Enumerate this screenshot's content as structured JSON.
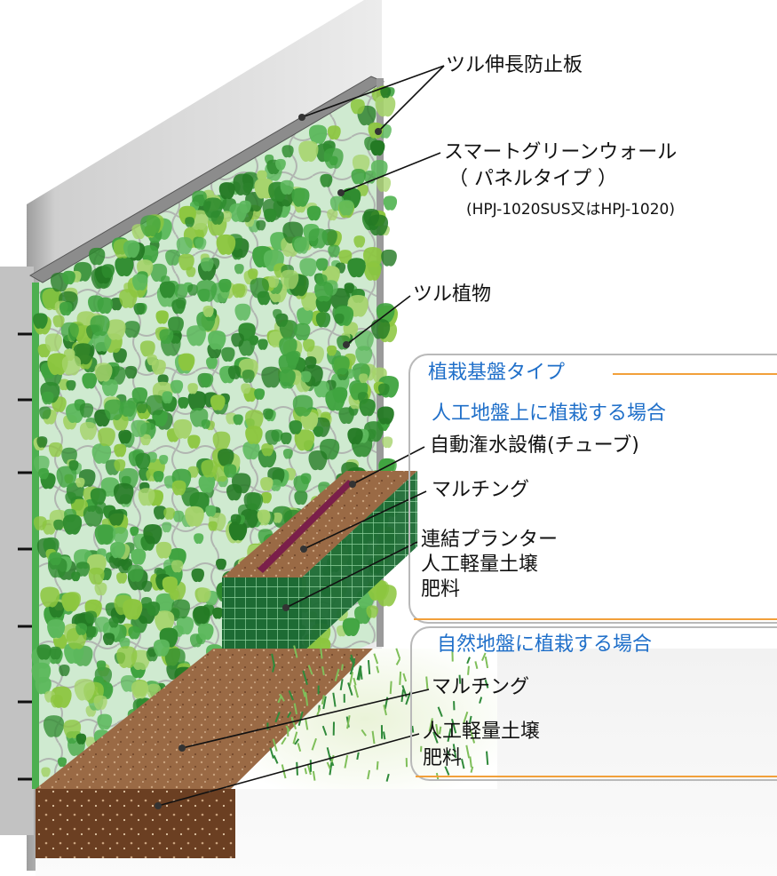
{
  "labels": {
    "tsuru_stopper": "ツル伸長防止板",
    "wall_name": "スマートグリーンウォール",
    "panel_type": "（ パネルタイプ ）",
    "model": "(HPJ-1020SUS又はHPJ-1020)",
    "vine_plant": "ツル植物"
  },
  "planting_base": {
    "title": "植栽基盤タイプ",
    "artificial": {
      "title": "人工地盤上に植栽する場合",
      "items": [
        "自動潅水設備(チューブ)",
        "マルチング",
        "連結プランター",
        "人工軽量土壌",
        "肥料"
      ]
    },
    "natural": {
      "title": "自然地盤に植栽する場合",
      "items": [
        "マルチング",
        "人工軽量土壌",
        "肥料"
      ]
    }
  },
  "colors": {
    "wall": "#d9d9d9",
    "panel_green": "#cfead0",
    "leaf_dark": "#2e8b2e",
    "leaf_light": "#8cc63f",
    "soil": "#8a5a3a",
    "planter": "#1f7a3a",
    "accent_blue": "#1f6fc9",
    "accent_orange": "#f2a03a"
  }
}
